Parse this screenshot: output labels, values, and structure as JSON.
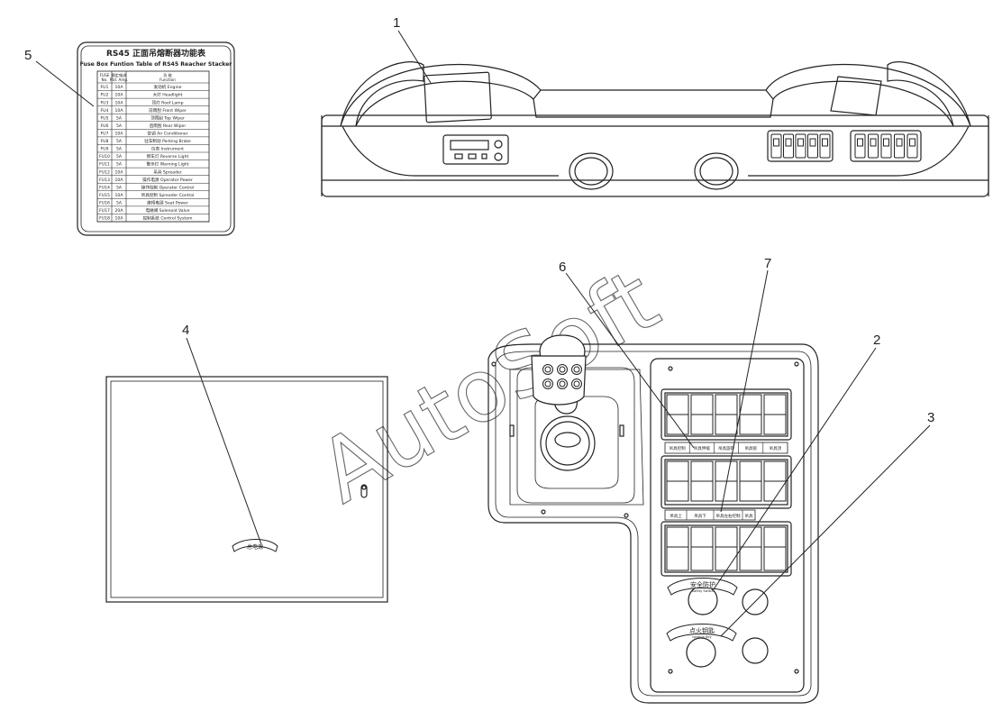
{
  "callouts": [
    "1",
    "2",
    "3",
    "4",
    "5",
    "6",
    "7"
  ],
  "watermark": "AutoSoft",
  "fuse_table": {
    "title_cn": "RS45 正面吊熔断器功能表",
    "title_en": "Fuse Box Funtion Table of RS45 Reacher Stacker",
    "headers": [
      {
        "line1": "FUSE",
        "line2": "No."
      },
      {
        "line1": "额定电流",
        "line2": "Rtd. Amp."
      },
      {
        "line1": "功 能",
        "line2": "Function"
      }
    ],
    "rows": [
      {
        "no": "FU1",
        "amp": "10A",
        "func": "发动机  Engine"
      },
      {
        "no": "FU2",
        "amp": "10A",
        "func": "大灯  Headlight"
      },
      {
        "no": "FU3",
        "amp": "10A",
        "func": "顶灯  Roof Lamp"
      },
      {
        "no": "FU4",
        "amp": "10A",
        "func": "前雨刮  Front Wiper"
      },
      {
        "no": "FU5",
        "amp": "5A",
        "func": "顶雨刮  Top Wiper"
      },
      {
        "no": "FU6",
        "amp": "5A",
        "func": "后雨刮  Rear Wiper"
      },
      {
        "no": "FU7",
        "amp": "10A",
        "func": "空调  Air Conditioner"
      },
      {
        "no": "FU8",
        "amp": "5A",
        "func": "驻车制动  Parking Brake"
      },
      {
        "no": "FU9",
        "amp": "5A",
        "func": "仪表  Instrument"
      },
      {
        "no": "FU10",
        "amp": "5A",
        "func": "倒车灯  Reverse Light"
      },
      {
        "no": "FU11",
        "amp": "5A",
        "func": "警示灯  Warning Light"
      },
      {
        "no": "FU12",
        "amp": "10A",
        "func": "吊具  Spreader"
      },
      {
        "no": "FU13",
        "amp": "10A",
        "func": "操作电源  Operator Power"
      },
      {
        "no": "FU14",
        "amp": "5A",
        "func": "操作控制  Operator Control"
      },
      {
        "no": "FU15",
        "amp": "10A",
        "func": "吊具控制  Spreader Control"
      },
      {
        "no": "FU16",
        "amp": "5A",
        "func": "座椅电源  Seat Power"
      },
      {
        "no": "FU17",
        "amp": "20A",
        "func": "电磁阀  Solenoid Valve"
      },
      {
        "no": "FU18",
        "amp": "10A",
        "func": "控制系统  Control System"
      }
    ]
  },
  "door_plate": "总电源",
  "console": {
    "row1_labels": [
      "吊具控制",
      "吊具伸缩",
      "吊具旋转",
      "吊具锁",
      "吊具顶"
    ],
    "row2_labels": [
      "吊具上",
      "吊具下",
      "吊具左右控制",
      "吊具"
    ],
    "safety_label_cn": "安全防护",
    "safety_label_en": "Safety Switch",
    "ignition_label_cn": "点火钥匙",
    "ignition_label_en": "Ignition Key"
  }
}
